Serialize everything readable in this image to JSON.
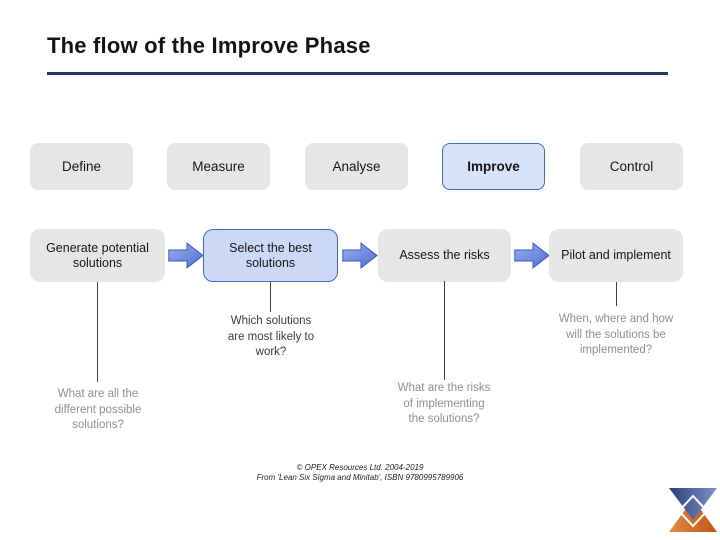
{
  "slide": {
    "title": "The flow of the Improve Phase",
    "footer_line1": "© OPEX Resources Ltd. 2004-2019",
    "footer_line2": "From 'Lean Six Sigma and Minitab', ISBN 9780995789906"
  },
  "phases": [
    {
      "label": "Define",
      "active": false
    },
    {
      "label": "Measure",
      "active": false
    },
    {
      "label": "Analyse",
      "active": false
    },
    {
      "label": "Improve",
      "active": true
    },
    {
      "label": "Control",
      "active": false
    }
  ],
  "flow_steps": [
    {
      "label": "Generate potential solutions",
      "highlighted": false
    },
    {
      "label": "Select the best solutions",
      "highlighted": true
    },
    {
      "label": "Assess the risks",
      "highlighted": false
    },
    {
      "label": "Pilot and implement",
      "highlighted": false
    }
  ],
  "questions": {
    "generate": {
      "lines": [
        "What are all the",
        "different possible",
        "solutions?"
      ]
    },
    "select": {
      "lines": [
        "Which solutions",
        "are most likely to",
        "work?"
      ]
    },
    "assess": {
      "lines": [
        "What are the risks",
        "of implementing",
        "the solutions?"
      ]
    },
    "pilot": {
      "lines": [
        "When, where and how",
        "will the solutions be",
        "implemented?"
      ]
    }
  },
  "icons": {
    "arrow_icon": "block-arrow-right",
    "logo_icon": "opex-hourglass-logo"
  },
  "colors": {
    "title_underline": "#203864",
    "phase_gray_fill": "#E7E6E6",
    "highlight_fill": "#CBD9F6",
    "highlight_border": "#4468C8",
    "arrow_fill_light": "#9AAEE9",
    "arrow_fill_dark": "#4E6FD3",
    "arrow_border": "#3A5AC0",
    "logo_blue_dark": "#2A3F7E",
    "logo_blue_light": "#8291C4",
    "logo_orange_light": "#E08A48",
    "logo_orange_dark": "#C05515"
  }
}
